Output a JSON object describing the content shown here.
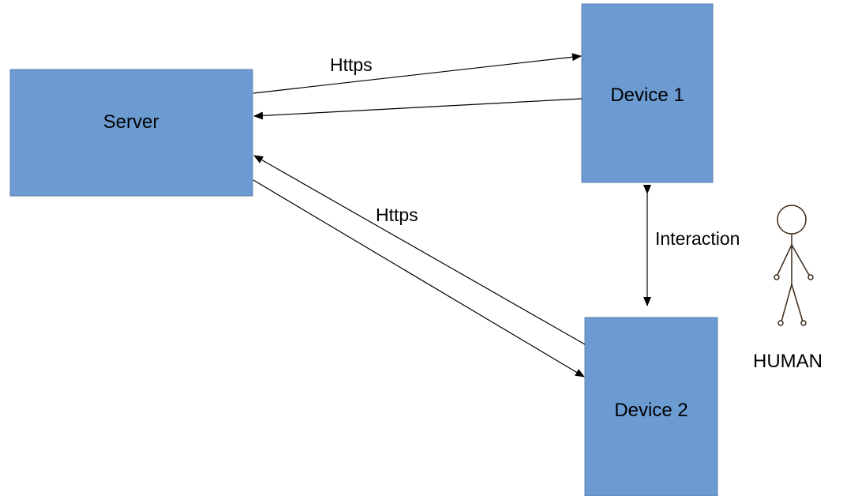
{
  "colors": {
    "box_fill": "#6b9bd1",
    "box_stroke": "#5f7fae",
    "line": "#000000",
    "figure": "#3a2a1a",
    "background": "#ffffff"
  },
  "nodes": {
    "server": {
      "label": "Server"
    },
    "device1": {
      "label": "Device 1"
    },
    "device2": {
      "label": "Device 2"
    },
    "human": {
      "label": "HUMAN",
      "icon": "stick-figure-icon"
    }
  },
  "edges": {
    "server_device1_label": "Https",
    "server_device2_label": "Https",
    "device_interaction_label": "Interaction"
  }
}
